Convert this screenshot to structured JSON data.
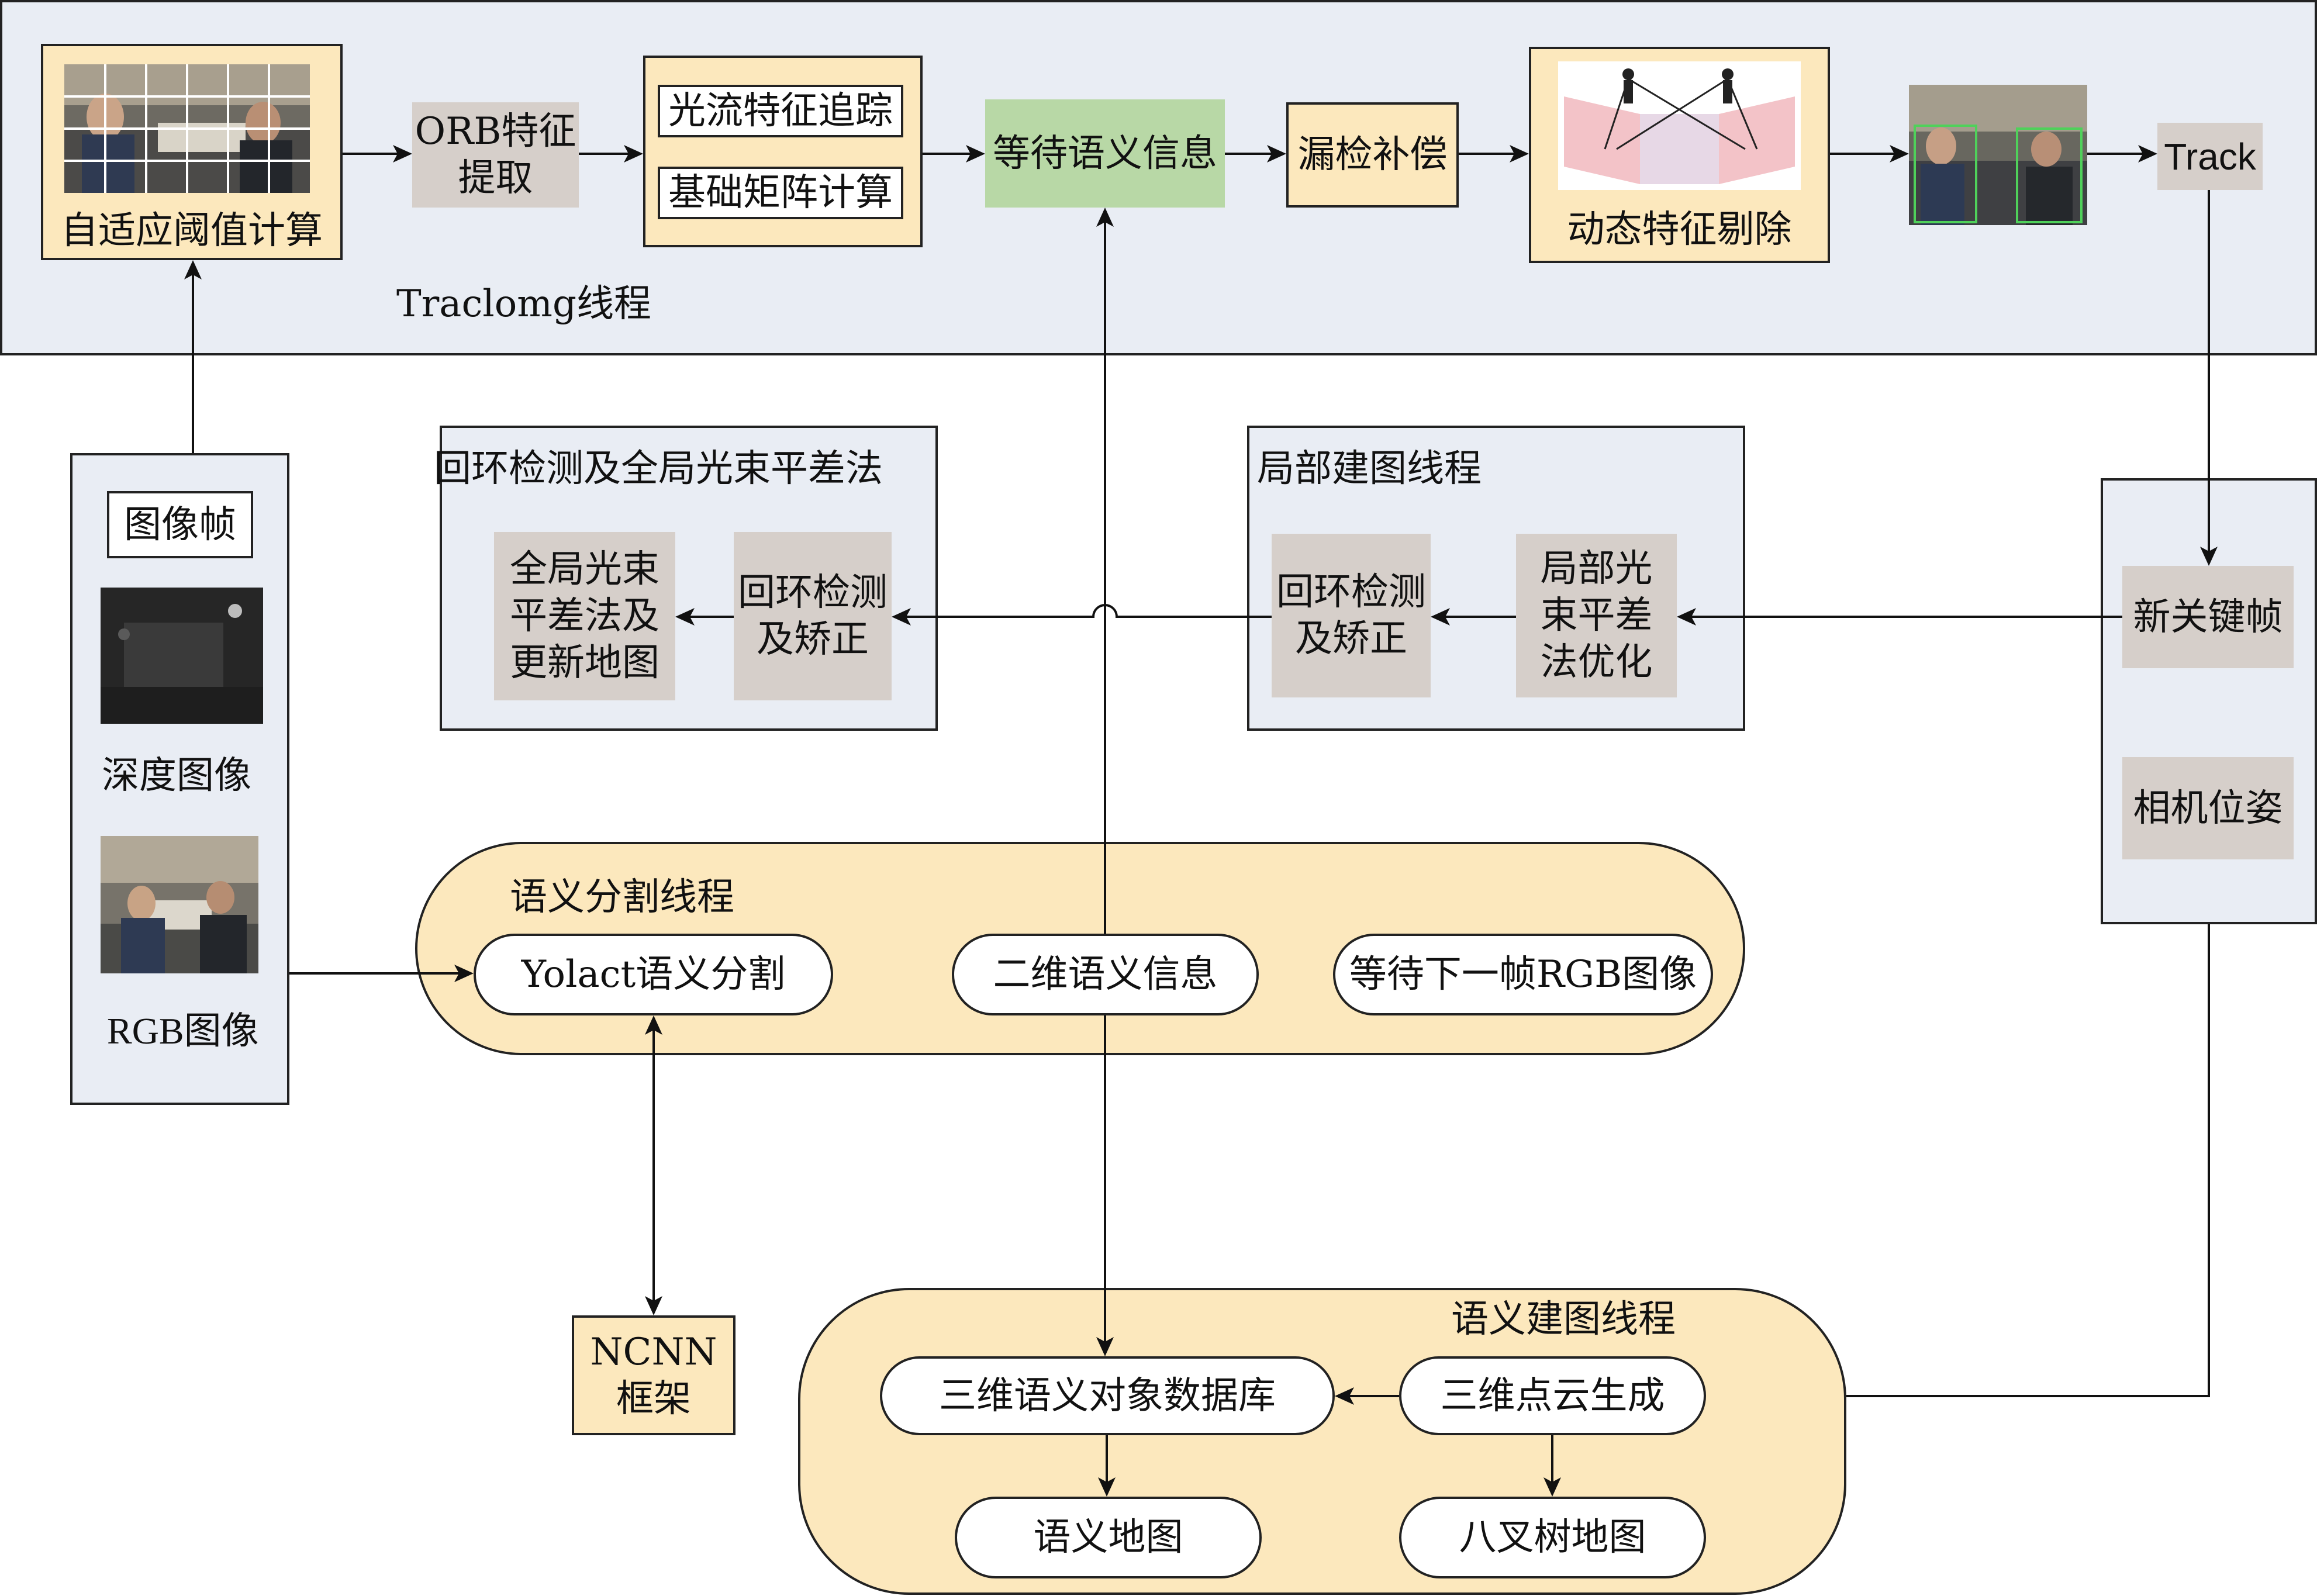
{
  "tracking_thread": {
    "label": "Traclomg线程",
    "adaptive_threshold": "自适应阈值计算",
    "orb_feature": "ORB特征\n提取",
    "optical_flow": "光流特征追踪",
    "fundamental_matrix": "基础矩阵计算",
    "wait_semantic": "等待语义信息",
    "missed_detection": "漏检补偿",
    "dynamic_removal": "动态特征剔除",
    "track": "Track"
  },
  "loop_thread": {
    "label": "回环检测及全局光束平差法",
    "global_ba": "全局光束\n平差法及\n更新地图",
    "loop_correction": "回环检测\n及矫正"
  },
  "local_mapping_thread": {
    "label": "局部建图线程",
    "loop_correction": "回环检测\n及矫正",
    "local_ba": "局部光\n束平差\n法优化"
  },
  "input_frames": {
    "title": "图像帧",
    "depth_label": "深度图像",
    "rgb_label": "RGB图像"
  },
  "right_panel": {
    "new_keyframe": "新关键帧",
    "camera_pose": "相机位姿"
  },
  "segmentation_thread": {
    "label": "语义分割线程",
    "yolact": "Yolact语义分割",
    "semantic_2d": "二维语义信息",
    "wait_next": "等待下一帧RGB图像"
  },
  "ncnn": "NCNN\n框架",
  "mapping_thread": {
    "label": "语义建图线程",
    "object_db": "三维语义对象数据库",
    "point_cloud": "三维点云生成",
    "semantic_map": "语义地图",
    "octree_map": "八叉树地图"
  }
}
